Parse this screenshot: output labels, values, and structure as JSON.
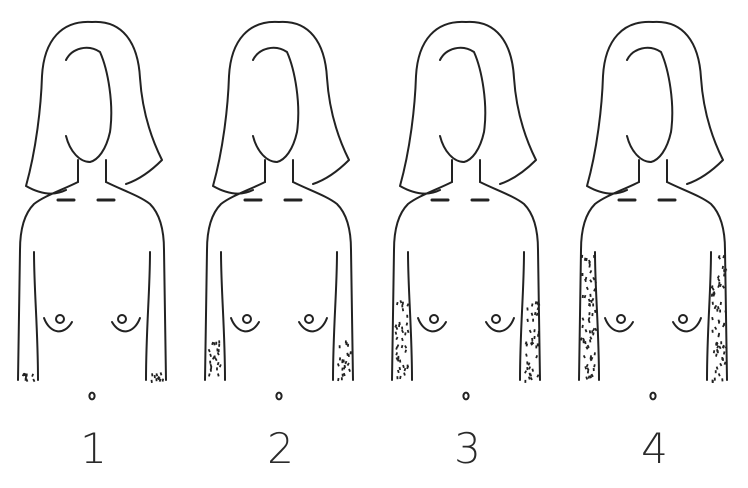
{
  "figures": [
    {
      "label": "1",
      "coverage": "minimal"
    },
    {
      "label": "2",
      "coverage": "mild"
    },
    {
      "label": "3",
      "coverage": "moderate"
    },
    {
      "label": "4",
      "coverage": "extensive"
    }
  ],
  "colors": {
    "line": "#222222",
    "background": "#ffffff"
  }
}
